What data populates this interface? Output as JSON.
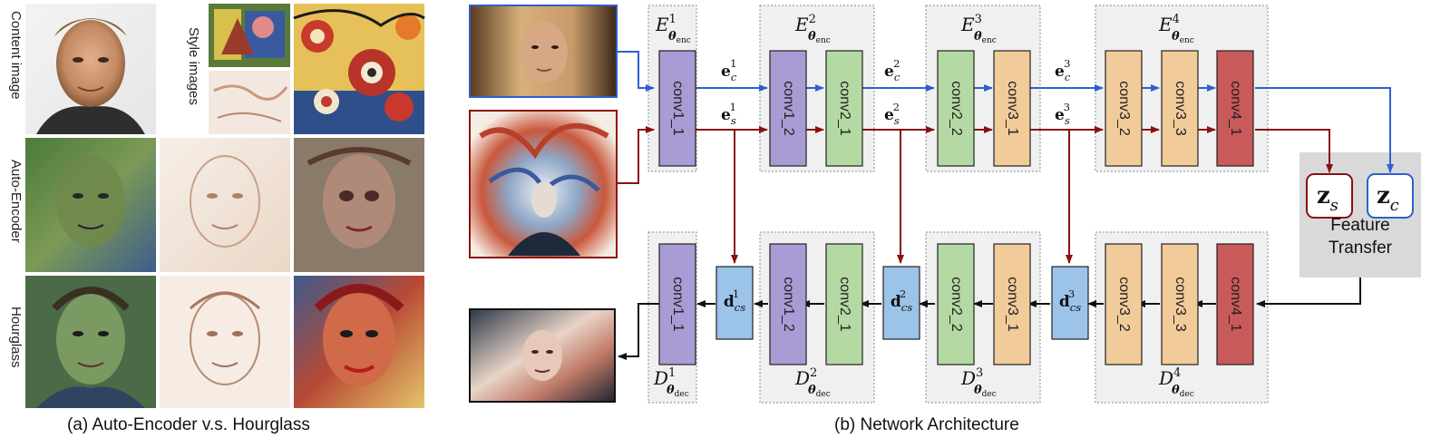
{
  "left_panel": {
    "row_labels": [
      "Content image",
      "Auto-Encoder",
      "Hourglass"
    ],
    "style_label": "Style images",
    "caption": "(a) Auto-Encoder v.s. Hourglass"
  },
  "right_panel": {
    "caption": "(b) Network Architecture",
    "encoder_blocks": [
      {
        "label": "E",
        "sup": "1",
        "sub": "θ",
        "subsub": "enc",
        "layers": [
          "conv1_1"
        ]
      },
      {
        "label": "E",
        "sup": "2",
        "sub": "θ",
        "subsub": "enc",
        "layers": [
          "conv1_2",
          "conv2_1"
        ]
      },
      {
        "label": "E",
        "sup": "3",
        "sub": "θ",
        "subsub": "enc",
        "layers": [
          "conv2_2",
          "conv3_1"
        ]
      },
      {
        "label": "E",
        "sup": "4",
        "sub": "θ",
        "subsub": "enc",
        "layers": [
          "conv3_2",
          "conv3_3",
          "conv4_1"
        ]
      }
    ],
    "decoder_blocks": [
      {
        "label": "D",
        "sup": "1",
        "sub": "θ",
        "subsub": "dec",
        "layers": [
          "conv1_1"
        ]
      },
      {
        "label": "D",
        "sup": "2",
        "sub": "θ",
        "subsub": "dec",
        "layers": [
          "conv1_2",
          "conv2_1"
        ]
      },
      {
        "label": "D",
        "sup": "3",
        "sub": "θ",
        "subsub": "dec",
        "layers": [
          "conv2_2",
          "conv3_1"
        ]
      },
      {
        "label": "D",
        "sup": "4",
        "sub": "θ",
        "subsub": "dec",
        "layers": [
          "conv3_2",
          "conv3_3",
          "conv4_1"
        ]
      }
    ],
    "content_features": [
      {
        "base": "e",
        "sub": "c",
        "sup": "1"
      },
      {
        "base": "e",
        "sub": "c",
        "sup": "2"
      },
      {
        "base": "e",
        "sub": "c",
        "sup": "3"
      }
    ],
    "style_features": [
      {
        "base": "e",
        "sub": "s",
        "sup": "1"
      },
      {
        "base": "e",
        "sub": "s",
        "sup": "2"
      },
      {
        "base": "e",
        "sub": "s",
        "sup": "3"
      }
    ],
    "decoder_features": [
      {
        "base": "d",
        "sub": "cs",
        "sup": "1"
      },
      {
        "base": "d",
        "sub": "cs",
        "sup": "2"
      },
      {
        "base": "d",
        "sub": "cs",
        "sup": "3"
      }
    ],
    "z_style": {
      "base": "z",
      "sub": "s"
    },
    "z_content": {
      "base": "z",
      "sub": "c"
    },
    "feature_transfer": [
      "Feature",
      "Transfer"
    ]
  },
  "colors": {
    "content_path": "#2f5fd0",
    "style_path": "#8b1010",
    "decoder_path": "#111111",
    "conv1": "#a99bd4",
    "conv2": "#b5d9a3",
    "conv3": "#f2cb9a",
    "conv4": "#c95a5a",
    "feature_box": "#9cc3e8",
    "block_bg": "#f0f0f0",
    "transfer_bg": "#d9d9d9"
  }
}
